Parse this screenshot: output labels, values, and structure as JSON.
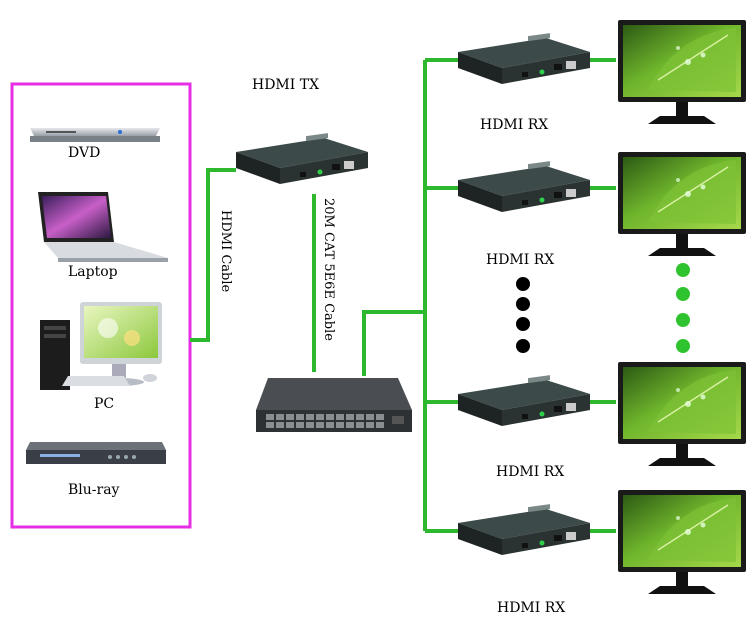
{
  "source_box": {
    "border_color": "#e62ee6",
    "devices": [
      {
        "label": "DVD",
        "icon": "dvd-player-icon"
      },
      {
        "label": "Laptop",
        "icon": "laptop-icon"
      },
      {
        "label": "PC",
        "icon": "desktop-pc-icon"
      },
      {
        "label": "Blu-ray",
        "icon": "blu-ray-player-icon"
      }
    ]
  },
  "transmitter": {
    "label": "HDMI TX",
    "icon": "hdmi-extender-tx-icon"
  },
  "cables": {
    "hdmi_cable": "HDMI Cable",
    "cat_cable": "20M CAT 5E6E Cable",
    "line_color": "#2db82d"
  },
  "switch": {
    "icon": "network-switch-icon"
  },
  "receivers": [
    {
      "label": "HDMI RX",
      "icon": "hdmi-extender-rx-icon"
    },
    {
      "label": "HDMI RX",
      "icon": "hdmi-extender-rx-icon"
    },
    {
      "label": "HDMI RX",
      "icon": "hdmi-extender-rx-icon"
    },
    {
      "label": "HDMI RX",
      "icon": "hdmi-extender-rx-icon"
    }
  ],
  "monitors": {
    "icon": "monitor-icon",
    "count": 4
  },
  "ellipsis": {
    "black_dot_color": "#000000",
    "green_dot_color": "#2fc42f"
  }
}
